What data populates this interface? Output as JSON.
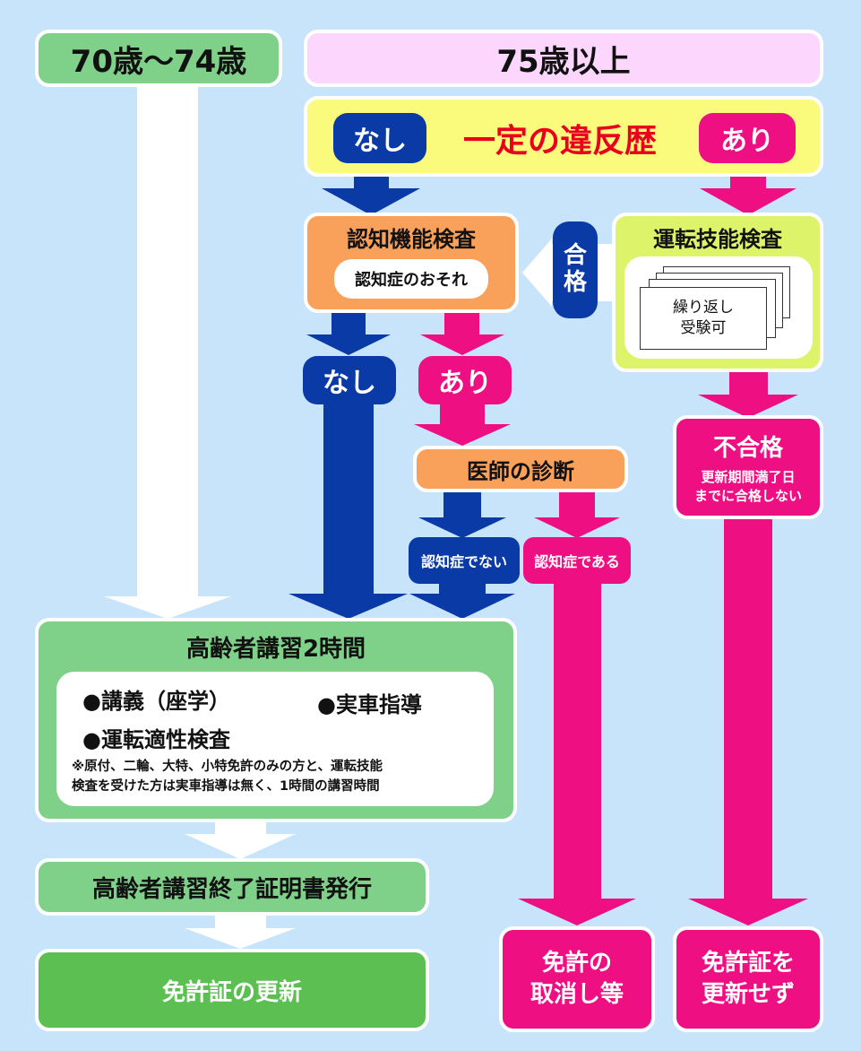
{
  "headers": {
    "age_70_74": "70歳〜74歳",
    "age_75_plus": "75歳以上"
  },
  "violation_history": {
    "title": "一定の違反歴",
    "none": "なし",
    "yes": "あり"
  },
  "cognitive_test": {
    "title": "認知機能検査",
    "risk": "認知症のおそれ",
    "none": "なし",
    "yes": "あり"
  },
  "pass_label": [
    "合",
    "格"
  ],
  "driving_skill_test": {
    "title": "運転技能検査",
    "retake": [
      "繰り返し",
      "受験可"
    ]
  },
  "fail": {
    "title": "不合格",
    "note": [
      "更新期間満了日",
      "までに合格しない"
    ]
  },
  "doctor": {
    "title": "医師の診断",
    "not_dementia": "認知症でない",
    "dementia": "認知症である"
  },
  "senior_course": {
    "title": "高齢者講習2時間",
    "item_lecture": "●講義（座学）",
    "item_driving": "●実車指導",
    "item_aptitude": "●運転適性検査",
    "note": [
      "※原付、二輪、大特、小特免許のみの方と、運転技能",
      "検査を受けた方は実車指導は無く、1時間の講習時間"
    ]
  },
  "certificate": "高齢者講習終了証明書発行",
  "results": {
    "renewal": "免許証の更新",
    "revoke": [
      "免許の",
      "取消し等"
    ],
    "no_renewal": [
      "免許証を",
      "更新せず"
    ]
  },
  "colors": {
    "background": "#c7e4fb",
    "blue": "#0a3aa6",
    "pink": "#ee0f83",
    "orange": "#f9a15a",
    "lime": "#ddf46a",
    "yellow": "#fafa7d",
    "green": "#7fd18a",
    "green_dark": "#5cbf52",
    "red_text": "#e8001c"
  }
}
